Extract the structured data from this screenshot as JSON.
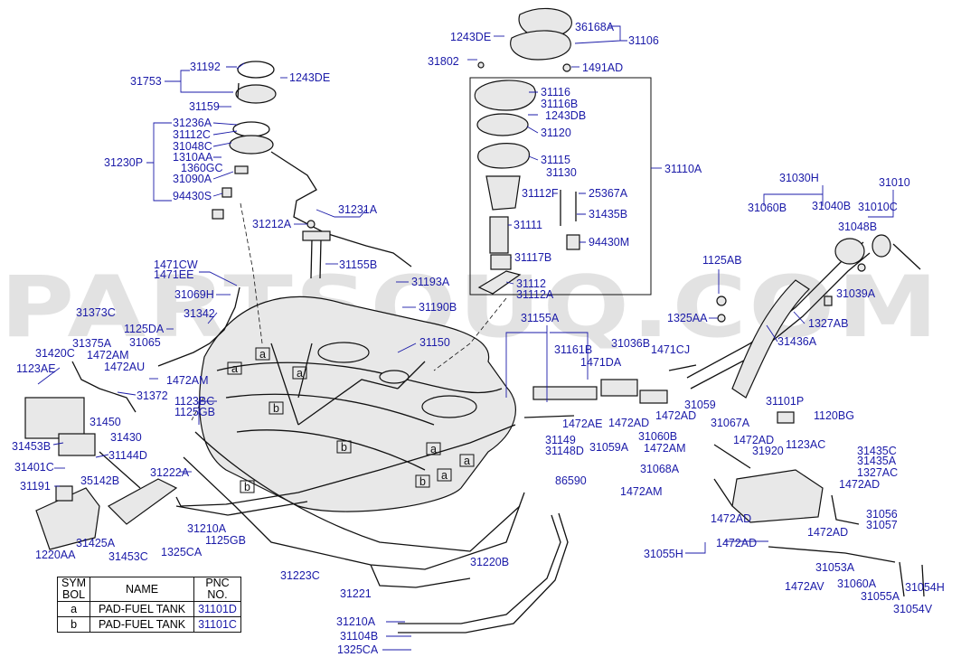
{
  "watermark": "PARTSOUQ.COM",
  "legend": {
    "headers": [
      "SYM BOL",
      "NAME",
      "PNC NO."
    ],
    "rows": [
      {
        "symbol": "a",
        "name": "PAD-FUEL TANK",
        "pnc": "31101D"
      },
      {
        "symbol": "b",
        "name": "PAD-FUEL TANK",
        "pnc": "31101C"
      }
    ]
  },
  "tank_markers": [
    "a",
    "a",
    "a",
    "a",
    "a",
    "a",
    "b",
    "b",
    "b",
    "b"
  ],
  "callouts": [
    "31192",
    "1243DE",
    "31753",
    "31159",
    "31236A",
    "31112C",
    "31048C",
    "31230P",
    "1310AA",
    "1360GC",
    "31090A",
    "94430S",
    "31212A",
    "31231A",
    "31155B",
    "1471CW",
    "1471EE",
    "31069H",
    "31373C",
    "1125DA",
    "31342",
    "31375A",
    "31065",
    "31420C",
    "1472AM",
    "1123AE",
    "1472AU",
    "1472AM",
    "31372",
    "1123BC",
    "1125GB",
    "31450",
    "31430",
    "31453B",
    "31144D",
    "31401C",
    "35142B",
    "31191",
    "31425A",
    "31453C",
    "1220AA",
    "31222A",
    "31210A",
    "1325CA",
    "1125GB",
    "31223C",
    "31221",
    "31220B",
    "31210A",
    "31104B",
    "1325CA",
    "1243DE",
    "36168A",
    "31106",
    "31802",
    "1491AD",
    "31116",
    "31116B",
    "1243DB",
    "31120",
    "31115",
    "31130",
    "31112F",
    "25367A",
    "31110A",
    "31435B",
    "31111",
    "94430M",
    "31117B",
    "31112",
    "31112A",
    "31193A",
    "31190B",
    "31150",
    "31155A",
    "31161B",
    "31036B",
    "1471CJ",
    "1471DA",
    "31059",
    "1472AE",
    "1472AD",
    "1472AD",
    "31149",
    "31148D",
    "31059A",
    "31060B",
    "1472AM",
    "86590",
    "31030H",
    "31010",
    "31060B",
    "31040B",
    "31010C",
    "31048B",
    "1125AB",
    "31039A",
    "1325AA",
    "1327AB",
    "31436A",
    "31101P",
    "1120BG",
    "31067A",
    "1472AD",
    "1123AC",
    "31920",
    "31435C",
    "31435A",
    "1327AC",
    "31068A",
    "1472AD",
    "1472AM",
    "1472AD",
    "31056",
    "31057",
    "1472AD",
    "31055H",
    "1472AD",
    "31053A",
    "1472AV",
    "31060A",
    "31055A",
    "31054H",
    "31054V"
  ]
}
